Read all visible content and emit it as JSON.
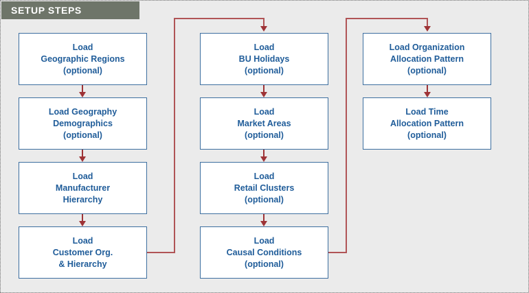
{
  "diagram": {
    "title": "SETUP STEPS",
    "colors": {
      "banner": "#6e7569",
      "canvas": "#ebebeb",
      "node_border": "#3c6e9f",
      "node_fill": "#ffffff",
      "node_text": "#1f5c99",
      "connector": "#9e3336",
      "loop_connector": "#b05456"
    },
    "columns": [
      {
        "name": "geography-and-customer-column",
        "nodes": [
          {
            "id": "load-geographic-regions",
            "lines": [
              "Load",
              "Geographic Regions",
              "(optional)"
            ]
          },
          {
            "id": "load-geography-demographics",
            "lines": [
              "Load Geography",
              "Demographics",
              "(optional)"
            ]
          },
          {
            "id": "load-manufacturer-hierarchy",
            "lines": [
              "Load",
              "Manufacturer",
              "Hierarchy"
            ]
          },
          {
            "id": "load-customer-org-hierarchy",
            "lines": [
              "Load",
              "Customer Org.",
              "& Hierarchy"
            ]
          }
        ]
      },
      {
        "name": "market-and-causal-column",
        "nodes": [
          {
            "id": "load-bu-holidays",
            "lines": [
              "Load",
              "BU Holidays",
              "(optional)"
            ]
          },
          {
            "id": "load-market-areas",
            "lines": [
              "Load",
              "Market Areas",
              "(optional)"
            ]
          },
          {
            "id": "load-retail-clusters",
            "lines": [
              "Load",
              "Retail Clusters",
              "(optional)"
            ]
          },
          {
            "id": "load-causal-conditions",
            "lines": [
              "Load",
              "Causal Conditions",
              "(optional)"
            ]
          }
        ]
      },
      {
        "name": "allocation-pattern-column",
        "nodes": [
          {
            "id": "load-organization-allocation-pattern",
            "lines": [
              "Load Organization",
              "Allocation Pattern",
              "(optional)"
            ]
          },
          {
            "id": "load-time-allocation-pattern",
            "lines": [
              "Load Time",
              "Allocation Pattern",
              "(optional)"
            ]
          }
        ]
      }
    ]
  }
}
